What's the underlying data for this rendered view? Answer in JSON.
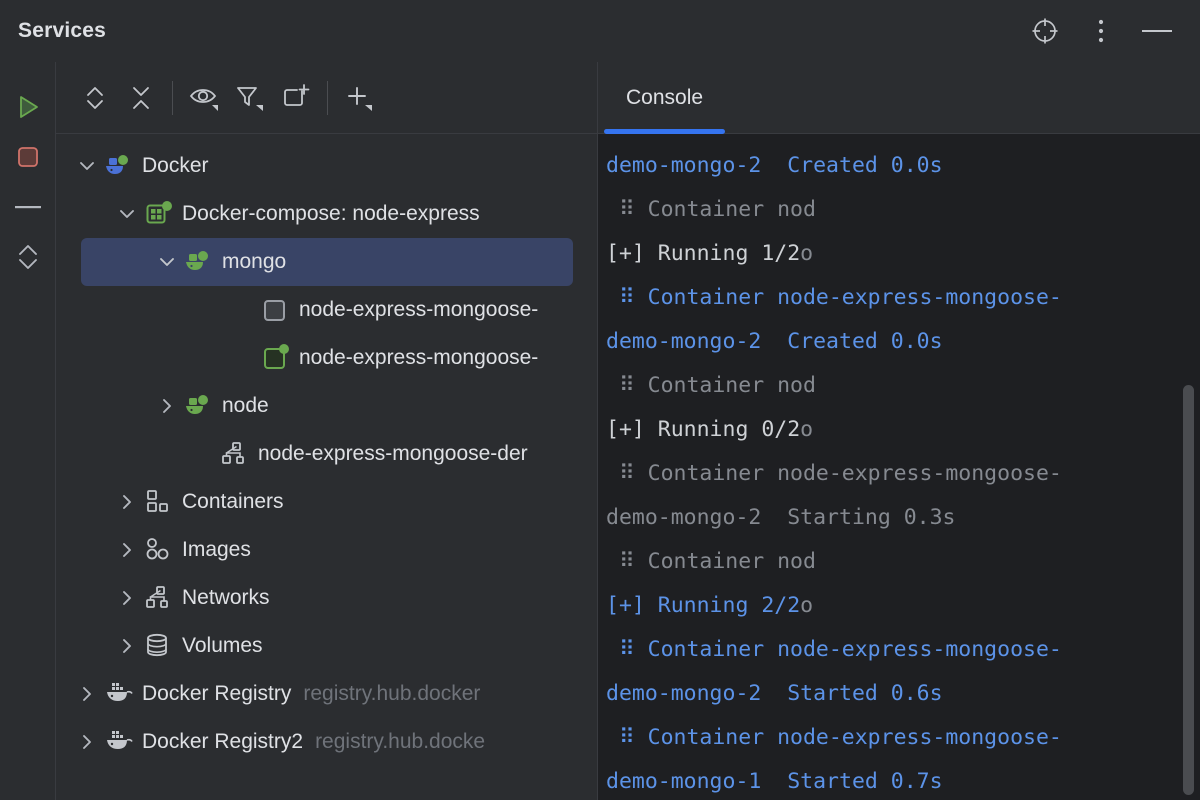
{
  "window": {
    "title": "Services",
    "actions": [
      {
        "name": "settings-target-icon",
        "label": ""
      },
      {
        "name": "more-options-icon",
        "label": ""
      },
      {
        "name": "minimize-icon",
        "label": ""
      }
    ]
  },
  "gutter": {
    "buttons": [
      {
        "name": "run-button",
        "icon": "play-icon",
        "color": "#5a9e5a"
      },
      {
        "name": "stop-button",
        "icon": "stop-icon",
        "color": "#d0736a"
      },
      {
        "name": "collapse-line-button",
        "icon": "minus-icon",
        "color": "#b4b8bf"
      },
      {
        "name": "expand-collapse-button",
        "icon": "chevron-up-down-icon",
        "color": "#b4b8bf"
      }
    ]
  },
  "tree_toolbar": {
    "buttons": [
      {
        "name": "expand-collapse-all-button",
        "icon": "chevron-up-down-icon"
      },
      {
        "name": "collapse-all-button",
        "icon": "collapse-x-icon"
      },
      {
        "name": "view-options-button",
        "icon": "eye-icon"
      },
      {
        "name": "filter-button",
        "icon": "filter-icon"
      },
      {
        "name": "new-container-button",
        "icon": "add-frame-icon"
      },
      {
        "name": "add-service-button",
        "icon": "plus-icon"
      }
    ]
  },
  "tree": {
    "rows": [
      {
        "name": "tree-item-docker",
        "label": "Docker",
        "sub": "",
        "arrow": "down",
        "icon": "docker-whale-blue-icon",
        "indent": 0,
        "selected": false
      },
      {
        "name": "tree-item-docker-compose",
        "label": "Docker-compose: node-express",
        "sub": "",
        "arrow": "down",
        "icon": "compose-green-icon",
        "indent": 1,
        "selected": false
      },
      {
        "name": "tree-item-mongo",
        "label": "mongo",
        "sub": "",
        "arrow": "down",
        "icon": "docker-whale-green-icon",
        "indent": 2,
        "selected": true
      },
      {
        "name": "tree-item-container-stopped",
        "label": "node-express-mongoose-",
        "sub": "",
        "arrow": "none",
        "icon": "container-stopped-icon",
        "indent": 3,
        "selected": false
      },
      {
        "name": "tree-item-container-running",
        "label": "node-express-mongoose-",
        "sub": "",
        "arrow": "none",
        "icon": "container-running-icon",
        "indent": 3,
        "selected": false
      },
      {
        "name": "tree-item-node",
        "label": "node",
        "sub": "",
        "arrow": "right",
        "icon": "docker-whale-green-icon",
        "indent": 2,
        "selected": false
      },
      {
        "name": "tree-item-network",
        "label": "node-express-mongoose-der",
        "sub": "",
        "arrow": "none",
        "icon": "network-icon",
        "indent": 2,
        "selected": false
      },
      {
        "name": "tree-item-containers",
        "label": "Containers",
        "sub": "",
        "arrow": "right",
        "icon": "containers-icon",
        "indent": 1,
        "selected": false
      },
      {
        "name": "tree-item-images",
        "label": "Images",
        "sub": "",
        "arrow": "right",
        "icon": "images-icon",
        "indent": 1,
        "selected": false
      },
      {
        "name": "tree-item-networks",
        "label": "Networks",
        "sub": "",
        "arrow": "right",
        "icon": "network-icon",
        "indent": 1,
        "selected": false
      },
      {
        "name": "tree-item-volumes",
        "label": "Volumes",
        "sub": "",
        "arrow": "right",
        "icon": "volumes-icon",
        "indent": 1,
        "selected": false
      },
      {
        "name": "tree-item-docker-registry",
        "label": "Docker Registry",
        "sub": "registry.hub.docker",
        "arrow": "right",
        "icon": "docker-registry-icon",
        "indent": 0,
        "selected": false
      },
      {
        "name": "tree-item-docker-registry2",
        "label": "Docker Registry2",
        "sub": "registry.hub.docke",
        "arrow": "right",
        "icon": "docker-registry-icon",
        "indent": 0,
        "selected": false
      }
    ]
  },
  "console": {
    "tabs": [
      {
        "name": "tab-console",
        "label": "Console",
        "active": true
      }
    ],
    "lines": [
      {
        "segments": [
          {
            "text": "demo-mongo-2  Created 0.0s",
            "color": "blue"
          }
        ]
      },
      {
        "segments": [
          {
            "text": " ⠿ Container nod",
            "color": "gray"
          }
        ]
      },
      {
        "segments": [
          {
            "text": "[+] Running 1/2",
            "color": "white"
          },
          {
            "text": "o",
            "color": "gray"
          }
        ]
      },
      {
        "segments": [
          {
            "text": " ⠿ Container node-express-mongoose-",
            "color": "blue"
          }
        ]
      },
      {
        "segments": [
          {
            "text": "demo-mongo-2  Created 0.0s",
            "color": "blue"
          }
        ]
      },
      {
        "segments": [
          {
            "text": " ⠿ Container nod",
            "color": "gray"
          }
        ]
      },
      {
        "segments": [
          {
            "text": "[+] Running 0/2",
            "color": "white"
          },
          {
            "text": "o",
            "color": "gray"
          }
        ]
      },
      {
        "segments": [
          {
            "text": " ⠿ Container node-express-mongoose-",
            "color": "gray"
          }
        ]
      },
      {
        "segments": [
          {
            "text": "demo-mongo-2  Starting 0.3s",
            "color": "gray"
          }
        ]
      },
      {
        "segments": [
          {
            "text": " ⠿ Container nod",
            "color": "gray"
          }
        ]
      },
      {
        "segments": [
          {
            "text": "[+] Running 2/2",
            "color": "blue"
          },
          {
            "text": "o",
            "color": "gray"
          }
        ]
      },
      {
        "segments": [
          {
            "text": " ⠿ Container node-express-mongoose-",
            "color": "blue"
          }
        ]
      },
      {
        "segments": [
          {
            "text": "demo-mongo-2  Started 0.6s",
            "color": "blue"
          }
        ]
      },
      {
        "segments": [
          {
            "text": " ⠿ Container node-express-mongoose-",
            "color": "blue"
          }
        ]
      },
      {
        "segments": [
          {
            "text": "demo-mongo-1  Started 0.7s",
            "color": "blue"
          }
        ]
      }
    ]
  },
  "colors": {
    "panel_bg": "#2b2d30",
    "console_bg": "#1e1f22",
    "selection": "#394466",
    "accent": "#3574f0",
    "text": "#dfe1e5",
    "muted": "#6f737a",
    "docker_blue": "#4b71d6",
    "docker_green": "#6aa84f",
    "log_blue": "#5c93e8",
    "log_gray": "#868a91"
  }
}
